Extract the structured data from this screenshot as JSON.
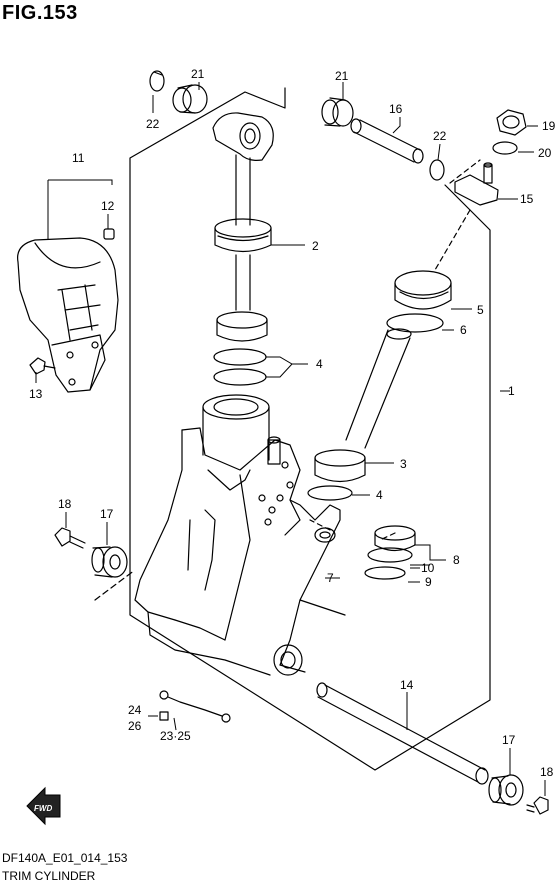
{
  "figure": {
    "title": "FIG.153",
    "code": "DF140A_E01_014_153",
    "caption": "TRIM CYLINDER",
    "fwd_label": "FWD"
  },
  "callouts": [
    {
      "id": "c-1",
      "label": "1"
    },
    {
      "id": "c-2",
      "label": "2"
    },
    {
      "id": "c-3",
      "label": "3"
    },
    {
      "id": "c-4a",
      "label": "4"
    },
    {
      "id": "c-4b",
      "label": "4"
    },
    {
      "id": "c-5",
      "label": "5"
    },
    {
      "id": "c-6",
      "label": "6"
    },
    {
      "id": "c-7",
      "label": "7"
    },
    {
      "id": "c-8",
      "label": "8"
    },
    {
      "id": "c-9",
      "label": "9"
    },
    {
      "id": "c-10",
      "label": "10"
    },
    {
      "id": "c-11",
      "label": "11"
    },
    {
      "id": "c-12",
      "label": "12"
    },
    {
      "id": "c-13",
      "label": "13"
    },
    {
      "id": "c-14",
      "label": "14"
    },
    {
      "id": "c-15",
      "label": "15"
    },
    {
      "id": "c-16",
      "label": "16"
    },
    {
      "id": "c-17a",
      "label": "17"
    },
    {
      "id": "c-17b",
      "label": "17"
    },
    {
      "id": "c-18a",
      "label": "18"
    },
    {
      "id": "c-18b",
      "label": "18"
    },
    {
      "id": "c-19",
      "label": "19"
    },
    {
      "id": "c-20",
      "label": "20"
    },
    {
      "id": "c-21a",
      "label": "21"
    },
    {
      "id": "c-21b",
      "label": "21"
    },
    {
      "id": "c-22a",
      "label": "22"
    },
    {
      "id": "c-22b",
      "label": "22"
    },
    {
      "id": "c-23-25",
      "label": "23·25"
    },
    {
      "id": "c-24",
      "label": "24"
    },
    {
      "id": "c-26",
      "label": "26"
    }
  ]
}
